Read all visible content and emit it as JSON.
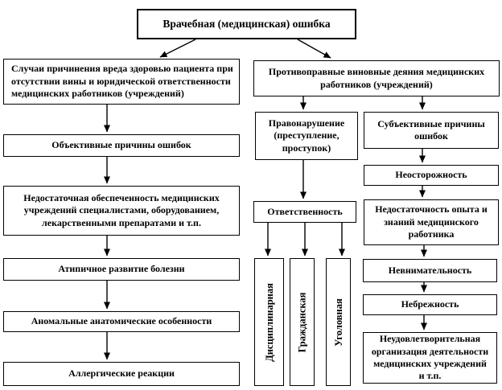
{
  "diagram": {
    "title": "Врачебная (медицинская) ошибка",
    "left_branch": {
      "root": "Случаи причинения вреда здоровью пациента при\nотсутствии вины и юридической ответственности\nмедицинских работников (учреждений)",
      "objective": "Объективные причины ошибок",
      "causes": [
        "Недостаточная обеспеченность медицинских\nучреждений специалистами, оборудованием,\nлекарственными препаратами и т.п.",
        "Атипичное развитие болезни",
        "Аномальные анатомические особенности",
        "Аллергические реакции"
      ]
    },
    "right_branch": {
      "root": "Противоправные виновные деяния медицинских\nработников (учреждений)",
      "offense": "Правонарушение\n(преступление,\nпроступок)",
      "liability": "Ответственность",
      "liability_types": [
        "Дисциплинарная",
        "Гражданская",
        "Уголовная"
      ],
      "subjective": "Субъективные причины\nошибок",
      "subjective_causes": [
        "Неосторожность",
        "Недостаточность опыта и\nзнаний медицинского\nработника",
        "Невнимательность",
        "Небрежность",
        "Неудовлетворительная\nорганизация деятельности\nмедицинских учреждений\nи т.п."
      ]
    },
    "colors": {
      "line": "#000000",
      "background": "#ffffff",
      "text": "#000000"
    }
  }
}
